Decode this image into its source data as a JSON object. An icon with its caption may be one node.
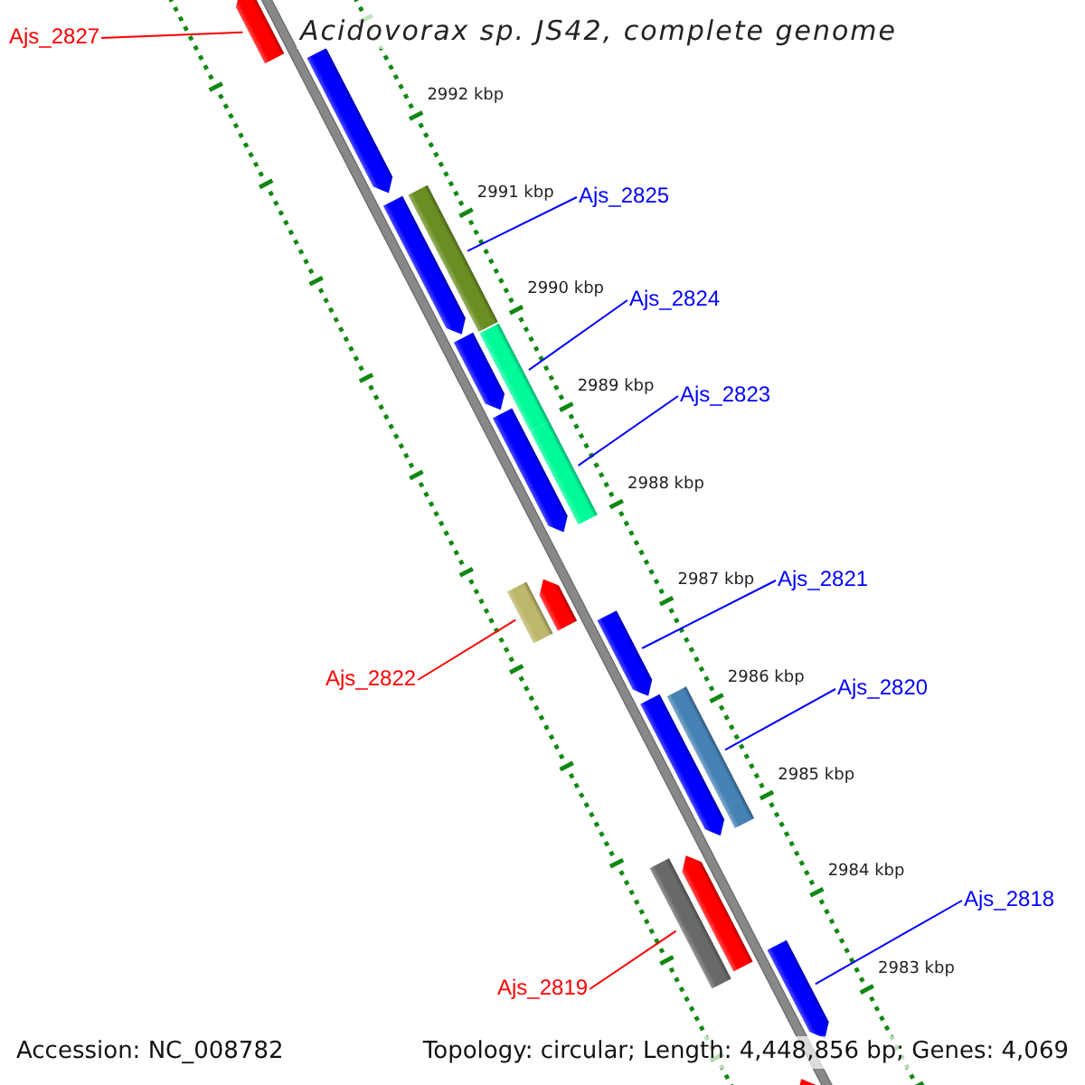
{
  "diagram": {
    "title": "Acidovorax sp. JS42, complete genome",
    "nodes": [
      {
        "text": [
          "Ajs_2827"
        ]
      },
      {
        "text": [
          "Ajs_2825"
        ]
      },
      {
        "text": [
          "Ajs_2824"
        ]
      },
      {
        "text": [
          "Ajs_2823"
        ]
      },
      {
        "text": [
          "Ajs_2821"
        ]
      },
      {
        "text": [
          "Ajs_2822"
        ]
      },
      {
        "text": [
          "Ajs_2820"
        ]
      },
      {
        "text": [
          "Ajs_2819"
        ]
      },
      {
        "text": [
          "Ajs_2818"
        ]
      }
    ],
    "edges": [
      {
        "from": 0,
        "to": null,
        "arrow": "none",
        "color": "#ff0000"
      },
      {
        "from": 1,
        "to": null,
        "arrow": "none"
      },
      {
        "from": 2,
        "to": null,
        "arrow": "none"
      },
      {
        "from": 3,
        "to": null,
        "arrow": "none"
      },
      {
        "from": 4,
        "to": null,
        "arrow": "none"
      },
      {
        "from": 5,
        "to": null,
        "arrow": "none",
        "color": "#ff0000"
      },
      {
        "from": 6,
        "to": null,
        "arrow": "none"
      },
      {
        "from": 7,
        "to": null,
        "arrow": "none",
        "color": "#ff0000"
      },
      {
        "from": 8,
        "to": null,
        "arrow": "none"
      }
    ],
    "labels": [
      "2992 kbp",
      "2991 kbp",
      "2990 kbp",
      "2989 kbp",
      "2988 kbp",
      "2987 kbp",
      "2986 kbp",
      "2985 kbp",
      "2984 kbp",
      "2983 kbp",
      "Accession: NC_008782",
      "Topology: circular; Length: 4,448,856 bp; Genes: 4,069"
    ]
  }
}
